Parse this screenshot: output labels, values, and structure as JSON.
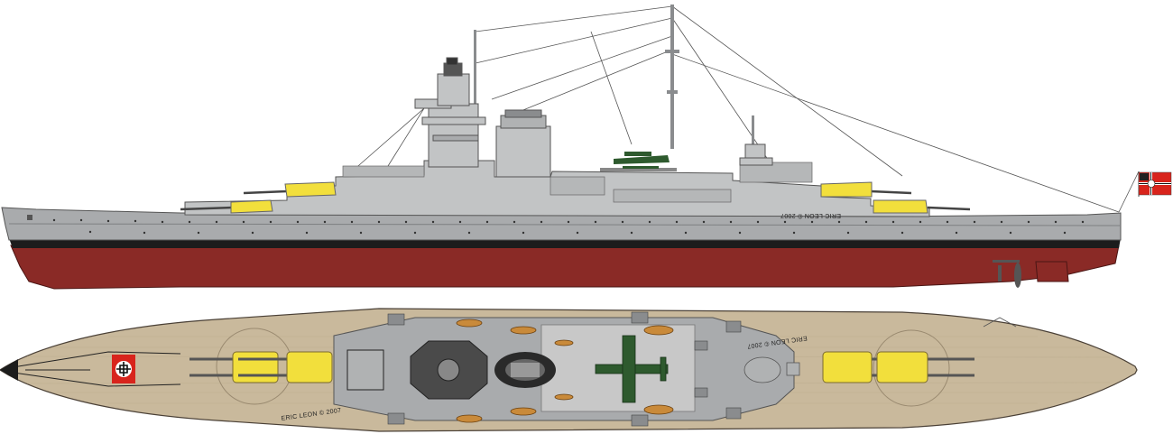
{
  "drawing": {
    "credits": {
      "side_profile": "ERIC LEON © 2007",
      "deck_stern": "ERIC LEON © 2007",
      "deck_bow": "ERIC LEON © 2007"
    },
    "colors": {
      "hull_grey": "#a9abad",
      "superstructure_grey": "#c2c4c5",
      "boot_top_black": "#1c1c1c",
      "hull_red": "#8a2a26",
      "deck_wood": "#c9b99c",
      "turret_yellow": "#f2df3c",
      "aircraft_green": "#2e5a2e",
      "boats_orange": "#c98a3a",
      "ensign_red": "#d8241c"
    },
    "icons": {
      "ensign": "war-ensign-flag-icon",
      "air_recognition": "air-recognition-marking-icon"
    }
  }
}
